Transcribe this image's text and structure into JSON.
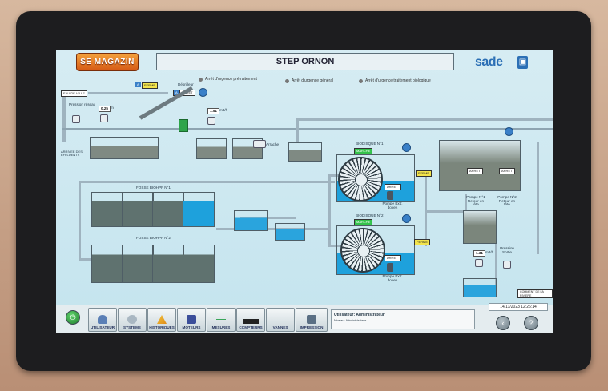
{
  "header": {
    "logo_text": "SE MAGAZIN",
    "title": "STEP ORNON",
    "brand": "sade"
  },
  "alarms": [
    "Arrêt d'urgence prétraitement",
    "Arrêt d'urgence général",
    "Arrêt d'urgence traitement biologique"
  ],
  "process": {
    "eau_de_ville": "EAU DE VILLE",
    "pression_reseau": "Pression réseau",
    "pressure_value": "0.25",
    "pressure_unit": "m",
    "arrivee": "ARRIVEE DES EFFLUENTS",
    "degrilleur": "Dégrilleur",
    "degrilleur_state": "ARRET",
    "vanne_state": "FERME",
    "flow_value": "1.51",
    "flow_unit": "m3/h",
    "arrache": "Arrache",
    "fosse1": "FOSSE BIOHPF N°1",
    "fosse2": "FOSSE BIOHPF N°2",
    "bio1": {
      "label": "BIODISQUE N°1",
      "state": "MARCHE",
      "valve": "FERME",
      "pump_state": "ARRET",
      "pump_label": "Pompe Extr. boues"
    },
    "bio2": {
      "label": "BIODISQUE N°2",
      "state": "MARCHE",
      "valve": "FERME",
      "pump_state": "ARRET",
      "pump_label": "Pompe Extr. boues"
    },
    "pompe1": {
      "state": "ARRET",
      "label": "Pompe N°1 Retour en tête"
    },
    "pompe2": {
      "state": "ARRET",
      "label": "Pompe N°2 Retour en tête"
    },
    "outflow_value": "1.31",
    "outflow_unit": "m3/h",
    "pression_sortie": "Pression Sortie",
    "comment": "COMMENT DE LA RIVIERE"
  },
  "nav": [
    {
      "label": "UTILISATEUR",
      "icon": "user-icon"
    },
    {
      "label": "SYSTEME",
      "icon": "system-icon"
    },
    {
      "label": "HISTORIQUES",
      "icon": "warning-icon"
    },
    {
      "label": "MOTEURS",
      "icon": "motor-icon"
    },
    {
      "label": "MESURES",
      "icon": "measure-icon"
    },
    {
      "label": "COMPTEURS",
      "icon": "counter-icon"
    },
    {
      "label": "VANNES",
      "icon": "valve-icon"
    },
    {
      "label": "IMPRESSION",
      "icon": "print-icon"
    }
  ],
  "user": {
    "line1": "Utilisateur: Administrateur",
    "line2": "Niveau: Administrateur"
  },
  "clock": "14/11/2023 12:26:14",
  "colors": {
    "screen_bg": "#d6ecf3",
    "water": "#1ea1dc",
    "sludge": "#5f726f",
    "tag_yellow": "#f3e44c",
    "tag_green": "#34c34c"
  }
}
